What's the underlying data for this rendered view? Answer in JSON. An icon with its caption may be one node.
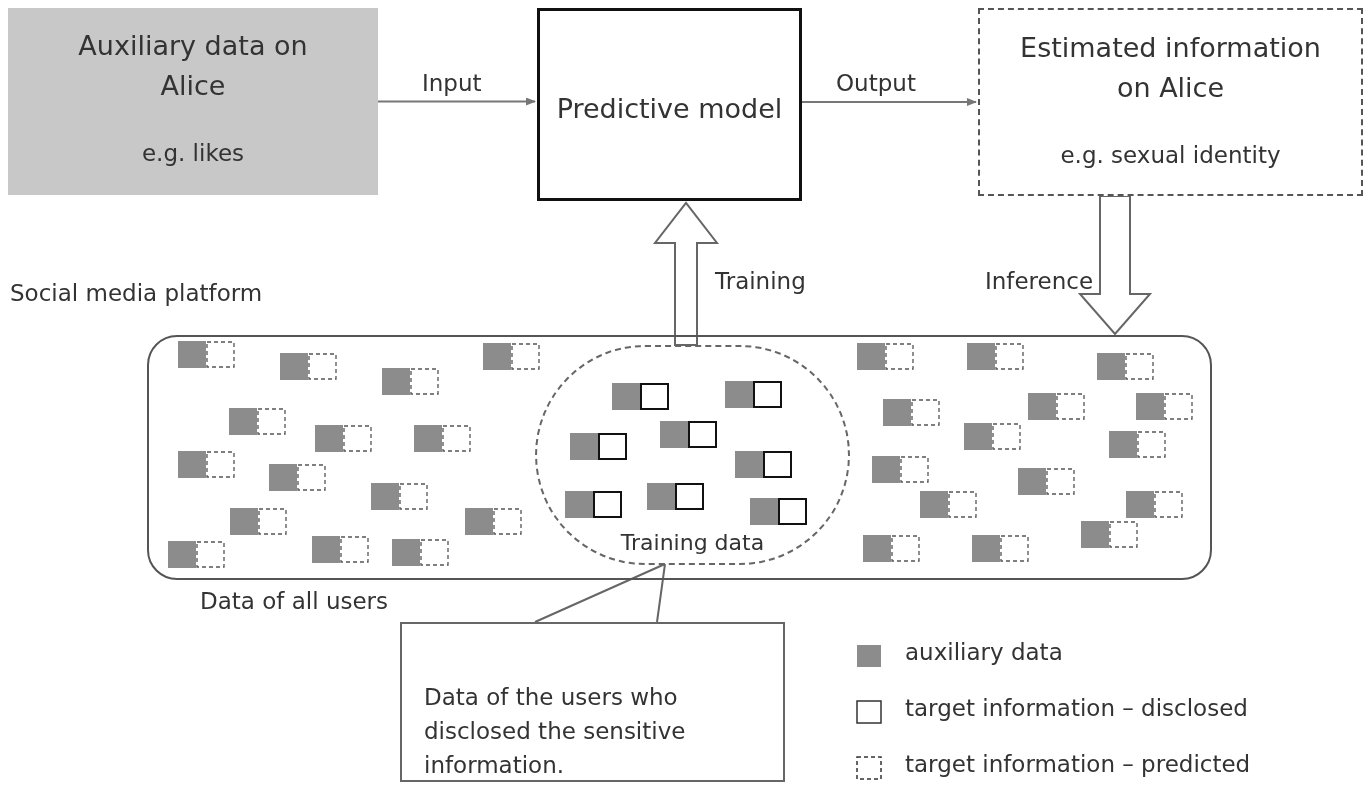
{
  "diagram": {
    "nodes": [
      {
        "text": [
          "Auxiliary data on Alice",
          "e.g. likes"
        ]
      },
      {
        "text": [
          "Predictive model"
        ]
      },
      {
        "text": [
          "Estimated information on Alice",
          "e.g. sexual identity"
        ]
      },
      {
        "text": [
          "Social media platform"
        ],
        "beside": [
          "Data of all users"
        ]
      },
      {
        "text": [
          "Training data"
        ],
        "in": 3
      },
      {
        "text": [
          "Data of the users who disclosed the sensitive information."
        ]
      }
    ],
    "edges": [
      {
        "from": 0,
        "to": 1,
        "arrow": "to",
        "label": "Input"
      },
      {
        "from": 1,
        "to": 2,
        "arrow": "to",
        "label": "Output"
      },
      {
        "from": 4,
        "to": 1,
        "arrow": "to",
        "label": "Training",
        "style": "thick"
      },
      {
        "from": 2,
        "to": 3,
        "arrow": "to",
        "label": "Inference",
        "style": "thick"
      },
      {
        "from": 5,
        "to": 4,
        "arrow": "none"
      }
    ],
    "legend": [
      {
        "text": "auxiliary data",
        "color": "#8c8c8c"
      },
      {
        "text": "target information – disclosed"
      },
      {
        "text": "target information – predicted"
      }
    ]
  }
}
